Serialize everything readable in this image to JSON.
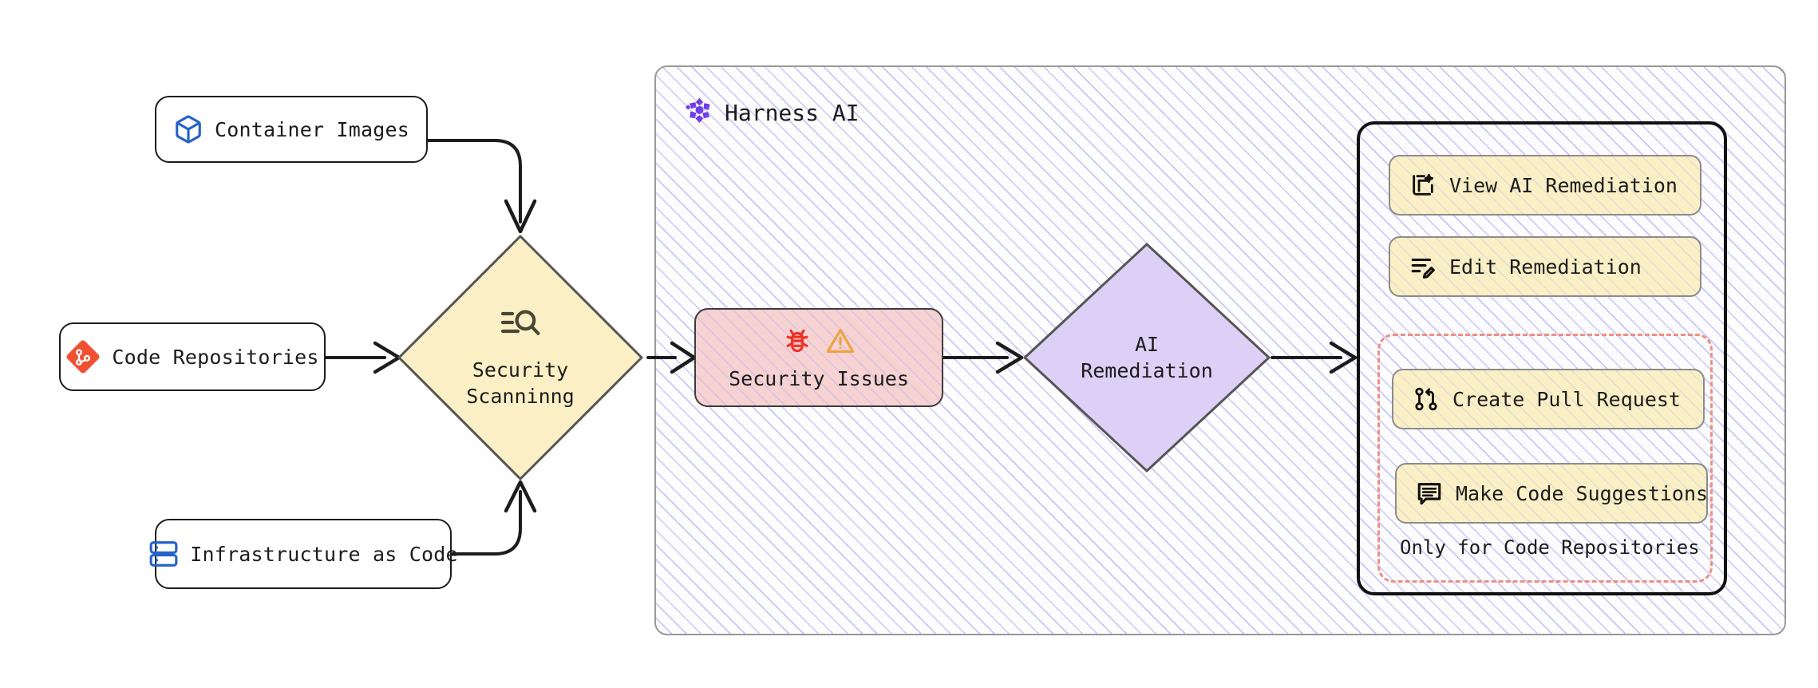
{
  "diagram": {
    "type": "flowchart",
    "direction": "left-to-right",
    "background": "#ffffff",
    "hatch_color": "#9c9cf0"
  },
  "sources": [
    {
      "id": "container-images",
      "label": "Container Images",
      "icon": "container-cube-icon",
      "icon_color": "#2563c9"
    },
    {
      "id": "code-repositories",
      "label": "Code Repositories",
      "icon": "git-diamond-icon",
      "icon_color": "#f05133"
    },
    {
      "id": "infrastructure-as-code",
      "label": "Infrastructure as Code",
      "icon": "server-stack-icon",
      "icon_color": "#2563c9"
    }
  ],
  "scan": {
    "label_line1": "Security",
    "label_line2": "Scanninng",
    "icon": "scan-search-icon",
    "fill": "#fbf0c5",
    "stroke": "#555555"
  },
  "subgraph": {
    "title": "Harness AI",
    "logo": "harness-pinwheel-icon",
    "logo_color": "#5b2ce0",
    "fill": "#fdfdfe",
    "stroke": "#999999"
  },
  "issues": {
    "label": "Security Issues",
    "icons": [
      "bug-icon",
      "warning-triangle-icon"
    ],
    "bug_color": "#ef3124",
    "warning_color": "#eea340",
    "fill": "#f7d2d2",
    "stroke": "#3c3c3c"
  },
  "remediation": {
    "label_line1": "AI",
    "label_line2": "Remediation",
    "fill": "#ddd0f7",
    "stroke": "#555555"
  },
  "actions": {
    "panel_stroke": "#111111",
    "button_fill": "#fbf0c5",
    "button_stroke": "#8c8c8c",
    "items": [
      {
        "id": "view-ai-remediation",
        "label": "View AI Remediation",
        "icon": "ai-document-sparkle-icon",
        "repo_only": false
      },
      {
        "id": "edit-remediation",
        "label": "Edit Remediation",
        "icon": "edit-lines-pencil-icon",
        "repo_only": false
      },
      {
        "id": "create-pull-request",
        "label": "Create Pull Request",
        "icon": "pull-request-icon",
        "repo_only": true
      },
      {
        "id": "make-code-suggestions",
        "label": "Make Code Suggestions",
        "icon": "comment-lines-icon",
        "repo_only": true
      }
    ],
    "repo_only_label": "Only for Code Repositories",
    "repo_only_stroke": "#ef8f82"
  },
  "edges": [
    {
      "from": "container-images",
      "to": "scan",
      "style": "elbow-arrow"
    },
    {
      "from": "code-repositories",
      "to": "scan",
      "style": "straight-arrow"
    },
    {
      "from": "infrastructure-as-code",
      "to": "scan",
      "style": "elbow-arrow"
    },
    {
      "from": "scan",
      "to": "issues",
      "style": "straight-arrow"
    },
    {
      "from": "issues",
      "to": "remediation",
      "style": "straight-arrow"
    },
    {
      "from": "remediation",
      "to": "actions-panel",
      "style": "straight-arrow"
    }
  ]
}
